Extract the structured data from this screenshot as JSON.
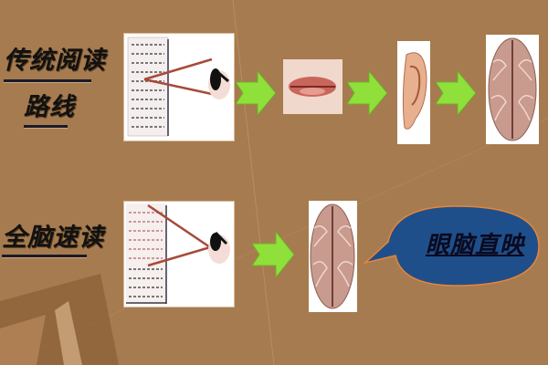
{
  "traditional": {
    "label_line1": "传统阅读",
    "label_line2": "路线",
    "steps": [
      "eye-reading-text-icon",
      "lips-icon",
      "ear-icon",
      "brain-icon"
    ]
  },
  "whole_brain": {
    "label": "全脑速读",
    "steps": [
      "eye-reading-text-icon",
      "brain-icon"
    ],
    "bubble_text": "眼脑直映"
  },
  "colors": {
    "background": "#a67b4f",
    "arrow": "#8fe03a",
    "bubble": "#1f4f8a",
    "bubble_border": "#e8853a"
  }
}
